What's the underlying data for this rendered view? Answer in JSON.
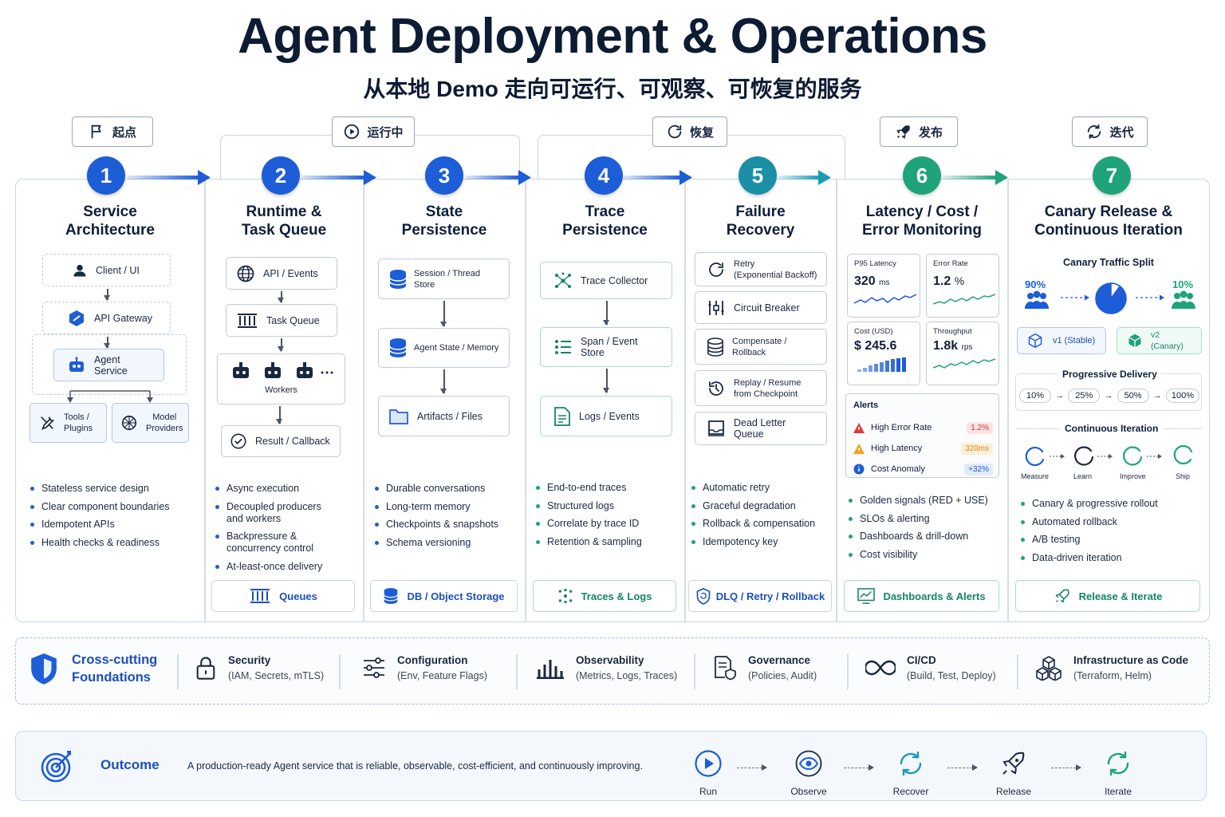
{
  "header": {
    "title": "Agent Deployment & Operations",
    "subtitle": "从本地 Demo 走向可运行、可观察、可恢复的服务"
  },
  "phases": [
    {
      "label": "起点",
      "icon": "flag-icon"
    },
    {
      "label": "运行中",
      "icon": "play-icon"
    },
    {
      "label": "恢复",
      "icon": "refresh-icon"
    },
    {
      "label": "发布",
      "icon": "rocket-icon"
    },
    {
      "label": "迭代",
      "icon": "cycle-icon"
    }
  ],
  "colors": {
    "blue": "#1d5dd8",
    "teal": "#1f8fa8",
    "green": "#1fa37a",
    "red": "#e03a3a",
    "orange": "#f2a21a"
  },
  "columns": [
    {
      "num": "1",
      "title": "Service\nArchitecture",
      "nodes": {
        "client": "Client / UI",
        "gateway": "API Gateway",
        "agent": "Agent Service",
        "tools": "Tools /\nPlugins",
        "models": "Model\nProviders"
      },
      "bullets": [
        "Stateless service design",
        "Clear component boundaries",
        "Idempotent APIs",
        "Health checks & readiness"
      ]
    },
    {
      "num": "2",
      "title": "Runtime &\nTask Queue",
      "nodes": {
        "api": "API / Events",
        "queue": "Task Queue",
        "workers": "Workers",
        "result": "Result / Callback"
      },
      "bullets": [
        "Async execution",
        "Decoupled producers\nand workers",
        "Backpressure &\nconcurrency control",
        "At-least-once delivery"
      ],
      "footer": "Queues"
    },
    {
      "num": "3",
      "title": "State\nPersistence",
      "nodes": {
        "session": "Session / Thread Store",
        "state": "Agent State / Memory",
        "artifacts": "Artifacts / Files"
      },
      "bullets": [
        "Durable conversations",
        "Long-term memory",
        "Checkpoints & snapshots",
        "Schema versioning"
      ],
      "footer": "DB / Object Storage"
    },
    {
      "num": "4",
      "title": "Trace\nPersistence",
      "nodes": {
        "collector": "Trace Collector",
        "span": "Span / Event Store",
        "logs": "Logs / Events"
      },
      "bullets": [
        "End-to-end traces",
        "Structured logs",
        "Correlate by trace ID",
        "Retention & sampling"
      ],
      "footer": "Traces & Logs"
    },
    {
      "num": "5",
      "title": "Failure\nRecovery",
      "nodes": {
        "retry": "Retry\n(Exponential Backoff)",
        "breaker": "Circuit Breaker",
        "compensate": "Compensate /\nRollback",
        "replay": "Replay / Resume\nfrom Checkpoint",
        "dlq": "Dead Letter Queue"
      },
      "bullets": [
        "Automatic retry",
        "Graceful degradation",
        "Rollback & compensation",
        "Idempotency key"
      ],
      "footer": "DLQ / Retry / Rollback"
    },
    {
      "num": "6",
      "title": "Latency / Cost /\nError Monitoring",
      "metrics": [
        {
          "label": "P95 Latency",
          "value": "320",
          "unit": "ms"
        },
        {
          "label": "Error Rate",
          "value": "1.2",
          "unit": "%"
        },
        {
          "label": "Cost (USD)",
          "value": "$ 245.6",
          "unit": ""
        },
        {
          "label": "Throughput",
          "value": "1.8k",
          "unit": "rps"
        }
      ],
      "alerts_title": "Alerts",
      "alerts": [
        {
          "label": "High Error Rate",
          "value": "1.2%"
        },
        {
          "label": "High Latency",
          "value": "320ms"
        },
        {
          "label": "Cost Anomaly",
          "value": "+32%"
        }
      ],
      "bullets": [
        "Golden signals (RED + USE)",
        "SLOs & alerting",
        "Dashboards & drill-down",
        "Cost visibility"
      ],
      "footer": "Dashboards & Alerts"
    },
    {
      "num": "7",
      "title": "Canary Release &\nContinuous Iteration",
      "canary": {
        "title": "Canary Traffic Split",
        "left_pct": "90%",
        "right_pct": "10%",
        "split_fraction": 0.1,
        "v1": "v1 (Stable)",
        "v2": "v2 (Canary)"
      },
      "progressive": {
        "title": "Progressive Delivery",
        "steps": [
          "10%",
          "25%",
          "50%",
          "100%"
        ]
      },
      "iteration": {
        "title": "Continuous Iteration",
        "steps": [
          "Measure",
          "Learn",
          "Improve",
          "Ship"
        ]
      },
      "bullets": [
        "Canary & progressive rollout",
        "Automated rollback",
        "A/B testing",
        "Data-driven iteration"
      ],
      "footer": "Release & Iterate"
    }
  ],
  "crosscutting": {
    "title": "Cross-cutting\nFoundations",
    "items": [
      {
        "name": "Security",
        "detail": "(IAM, Secrets, mTLS)"
      },
      {
        "name": "Configuration",
        "detail": "(Env, Feature Flags)"
      },
      {
        "name": "Observability",
        "detail": "(Metrics, Logs, Traces)"
      },
      {
        "name": "Governance",
        "detail": "(Policies, Audit)"
      },
      {
        "name": "CI/CD",
        "detail": "(Build, Test, Deploy)"
      },
      {
        "name": "Infrastructure as Code",
        "detail": "(Terraform, Helm)"
      }
    ]
  },
  "outcome": {
    "title": "Outcome",
    "text": "A production-ready Agent service that is reliable, observable, cost-efficient, and continuously improving.",
    "steps": [
      "Run",
      "Observe",
      "Recover",
      "Release",
      "Iterate"
    ]
  }
}
